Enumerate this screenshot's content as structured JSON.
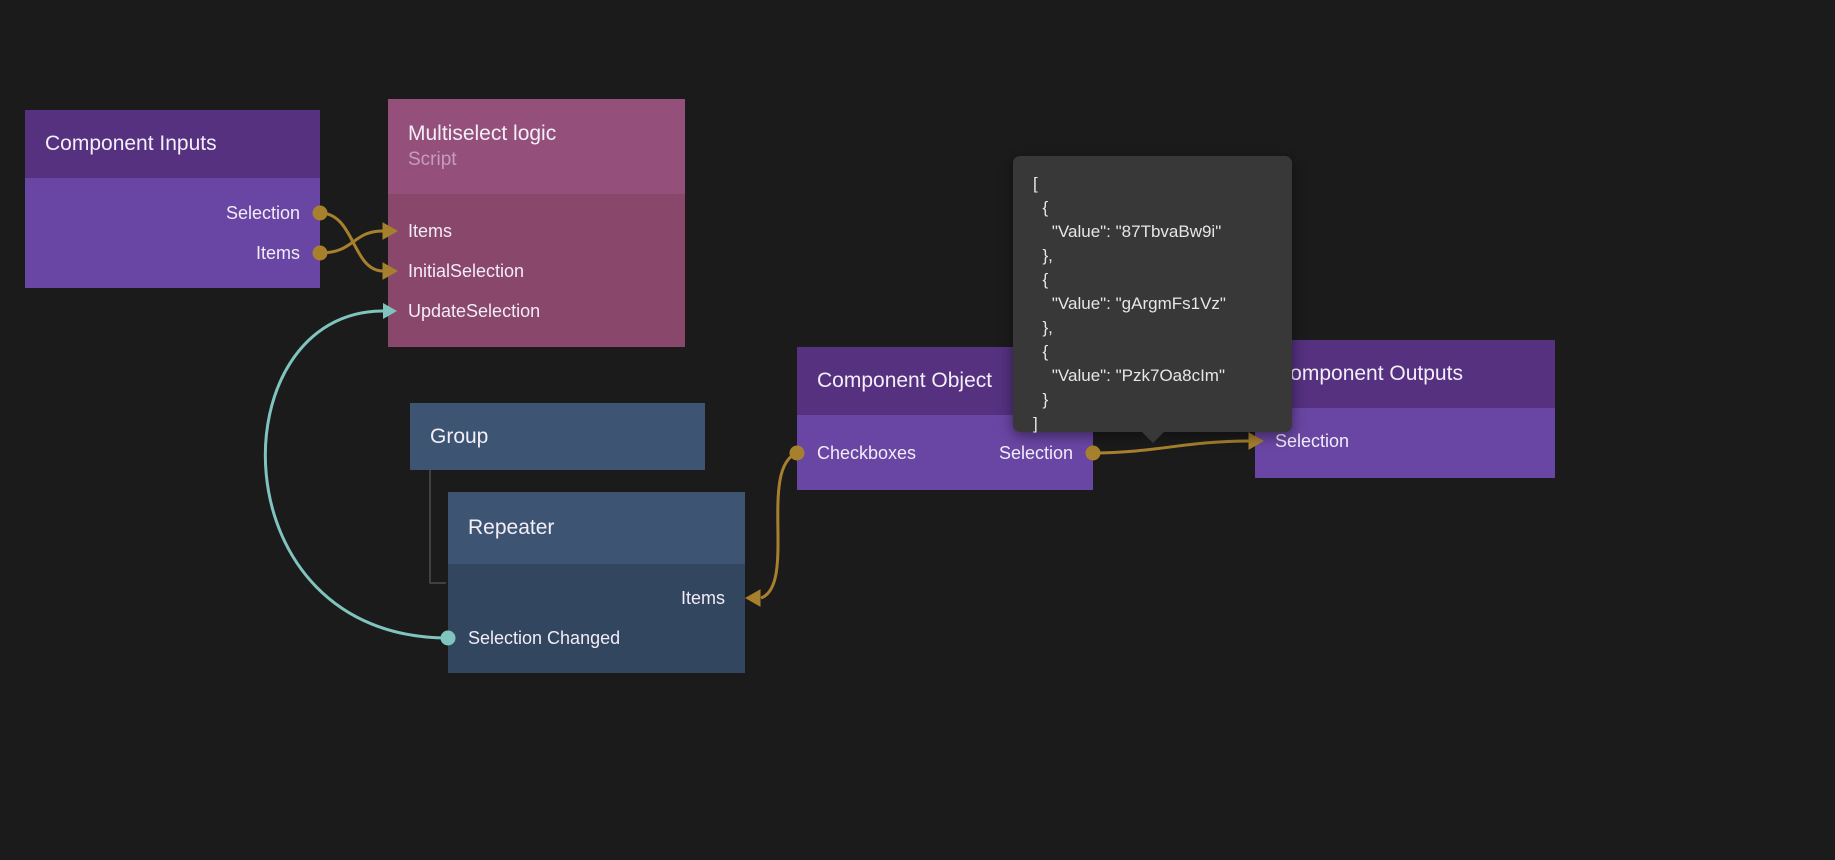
{
  "editor": {
    "background": "#1b1b1b"
  },
  "colors": {
    "node_purple_header": "#553180",
    "node_purple_body": "#6a46a4",
    "node_plum_header": "#94507a",
    "node_plum_body": "#8a476c",
    "node_slate_header": "#3d5572",
    "node_slate_body": "#32465f",
    "wire_gold": "#a7802d",
    "wire_teal": "#7fc4bf",
    "tooltip_background": "#383838"
  },
  "nodes": {
    "component_inputs": {
      "title": "Component Inputs",
      "ports": [
        {
          "label": "Selection"
        },
        {
          "label": "Items"
        }
      ]
    },
    "multiselect_logic": {
      "title": "Multiselect logic",
      "subtitle": "Script",
      "ports": [
        {
          "label": "Items"
        },
        {
          "label": "InitialSelection"
        },
        {
          "label": "UpdateSelection"
        }
      ]
    },
    "group": {
      "title": "Group"
    },
    "repeater": {
      "title": "Repeater",
      "ports": [
        {
          "label": "Items"
        },
        {
          "label": "Selection Changed"
        }
      ]
    },
    "component_object": {
      "title": "Component Object",
      "ports": [
        {
          "label": "Checkboxes"
        },
        {
          "label": "Selection"
        }
      ]
    },
    "component_outputs": {
      "title": "Component Outputs",
      "ports": [
        {
          "label": "Selection"
        }
      ]
    }
  },
  "tooltip": {
    "text": "[\n  {\n    \"Value\": \"87TbvaBw9i\"\n  },\n  {\n    \"Value\": \"gArgmFs1Vz\"\n  },\n  {\n    \"Value\": \"Pzk7Oa8cIm\"\n  }\n]"
  }
}
